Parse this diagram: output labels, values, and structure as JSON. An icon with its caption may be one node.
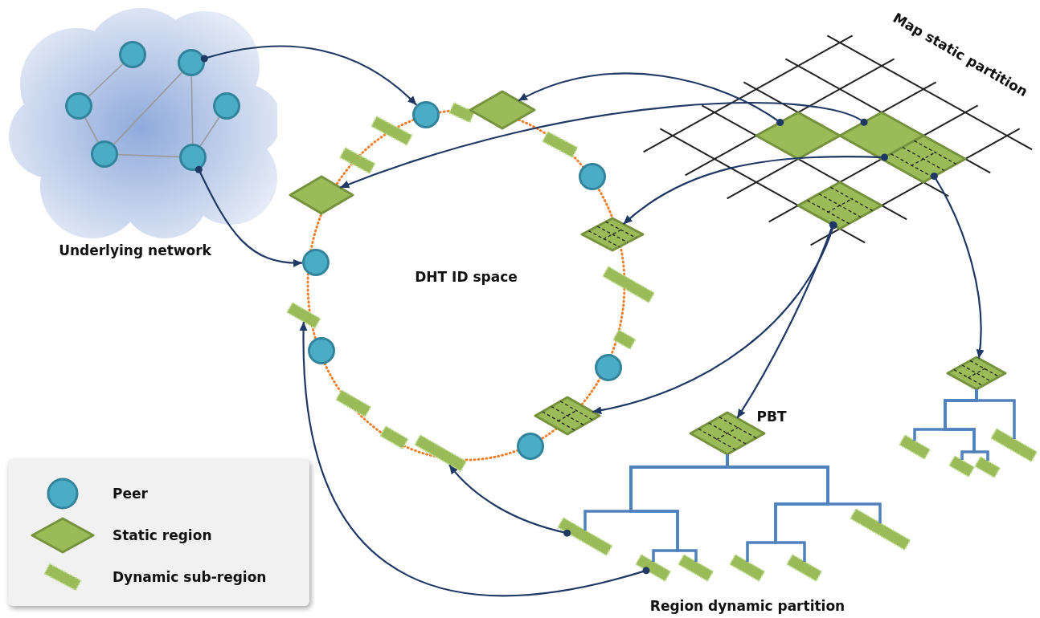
{
  "diagram": {
    "nodes": [
      {
        "text": [
          "Underlying network"
        ]
      },
      {
        "text": [],
        "shape": "circle",
        "in": 0
      },
      {
        "text": [],
        "shape": "circle",
        "in": 0
      },
      {
        "text": [],
        "shape": "circle",
        "in": 0
      },
      {
        "text": [],
        "shape": "circle",
        "in": 0
      },
      {
        "text": [],
        "shape": "circle",
        "in": 0
      },
      {
        "text": [],
        "shape": "circle",
        "in": 0
      },
      {
        "text": [
          "DHT ID space"
        ]
      },
      {
        "text": [],
        "shape": "bar",
        "in": 7
      },
      {
        "text": [],
        "shape": "diamond",
        "in": 7
      },
      {
        "text": [],
        "shape": "circle",
        "in": 7
      },
      {
        "text": [],
        "shape": "bar",
        "in": 7
      },
      {
        "text": [],
        "shape": "bar",
        "in": 7
      },
      {
        "text": [],
        "shape": "bar",
        "in": 7
      },
      {
        "text": [],
        "shape": "circle",
        "in": 7
      },
      {
        "text": [],
        "shape": "diamond",
        "in": 7
      },
      {
        "text": [],
        "shape": "diamond",
        "in": 7
      },
      {
        "text": [],
        "shape": "circle",
        "in": 7
      },
      {
        "text": [],
        "shape": "bar"
      },
      {
        "text": [],
        "shape": "bar"
      },
      {
        "text": [],
        "shape": "bar",
        "in": 7
      },
      {
        "text": [],
        "shape": "circle",
        "in": 7
      },
      {
        "text": [],
        "shape": "circle",
        "in": 7
      },
      {
        "text": [],
        "shape": "bar",
        "in": 7
      },
      {
        "text": [],
        "shape": "diamond",
        "in": 7
      },
      {
        "text": [],
        "shape": "bar",
        "in": 7
      },
      {
        "text": [],
        "shape": "circle",
        "in": 7
      },
      {
        "text": [],
        "shape": "bar",
        "in": 7
      },
      {
        "text": [
          "Map static partition"
        ]
      },
      {
        "text": [],
        "shape": "diamond",
        "in": 28
      },
      {
        "text": [],
        "shape": "diamond",
        "in": 28
      },
      {
        "text": [],
        "shape": "diamond",
        "in": 28
      },
      {
        "text": [],
        "shape": "diamond",
        "in": 28
      },
      {
        "text": [
          "PBT"
        ]
      },
      {
        "text": [],
        "shape": "bar"
      },
      {
        "text": [],
        "shape": "bar"
      },
      {
        "text": [],
        "shape": "bar"
      },
      {
        "text": [],
        "shape": "bar"
      },
      {
        "text": [],
        "shape": "bar"
      },
      {
        "text": [],
        "shape": "bar"
      },
      {
        "text": [],
        "shape": "diamond"
      },
      {
        "text": [],
        "shape": "bar"
      },
      {
        "text": [],
        "shape": "bar"
      },
      {
        "text": [],
        "shape": "bar"
      },
      {
        "text": [],
        "shape": "bar"
      }
    ],
    "edges": [
      {
        "from": 3,
        "to": 1,
        "arrow": "none",
        "color": "#9a9a9a"
      },
      {
        "from": 3,
        "to": 5,
        "arrow": "none",
        "color": "#9a9a9a"
      },
      {
        "from": 5,
        "to": 2,
        "arrow": "none",
        "color": "#9a9a9a"
      },
      {
        "from": 2,
        "to": 6,
        "arrow": "none",
        "color": "#9a9a9a"
      },
      {
        "from": 6,
        "to": 4,
        "arrow": "none",
        "color": "#9a9a9a"
      },
      {
        "from": 5,
        "to": 6,
        "arrow": "none",
        "color": "#9a9a9a"
      },
      {
        "from": 2,
        "to": 10,
        "arrow": "to"
      },
      {
        "from": 6,
        "to": 17,
        "arrow": "to"
      },
      {
        "from": 29,
        "to": 9,
        "arrow": "to"
      },
      {
        "from": 30,
        "to": 15,
        "arrow": "to"
      },
      {
        "from": 31,
        "to": 16,
        "arrow": "to"
      },
      {
        "from": 31,
        "to": 40,
        "arrow": "to"
      },
      {
        "from": 32,
        "to": 33,
        "arrow": "to"
      },
      {
        "from": 32,
        "to": 24,
        "arrow": "to"
      },
      {
        "from": 34,
        "to": 27,
        "arrow": "to"
      },
      {
        "from": 35,
        "to": 19,
        "arrow": "to"
      },
      {
        "from": 33,
        "to": 34,
        "arrow": "none",
        "color": "#4f81bd"
      },
      {
        "from": 33,
        "to": 35,
        "arrow": "none",
        "color": "#4f81bd"
      },
      {
        "from": 33,
        "to": 36,
        "arrow": "none",
        "color": "#4f81bd"
      },
      {
        "from": 33,
        "to": 37,
        "arrow": "none",
        "color": "#4f81bd"
      },
      {
        "from": 33,
        "to": 38,
        "arrow": "none",
        "color": "#4f81bd"
      },
      {
        "from": 33,
        "to": 39,
        "arrow": "none",
        "color": "#4f81bd"
      },
      {
        "from": 40,
        "to": 41,
        "arrow": "none",
        "color": "#4f81bd"
      },
      {
        "from": 40,
        "to": 42,
        "arrow": "none",
        "color": "#4f81bd"
      },
      {
        "from": 40,
        "to": 43,
        "arrow": "none",
        "color": "#4f81bd"
      },
      {
        "from": 40,
        "to": 44,
        "arrow": "none",
        "color": "#4f81bd"
      }
    ],
    "labels": [
      "Region dynamic partition"
    ],
    "legend": [
      {
        "text": "Peer"
      },
      {
        "text": "Static region"
      },
      {
        "text": "Dynamic sub-region"
      }
    ]
  }
}
